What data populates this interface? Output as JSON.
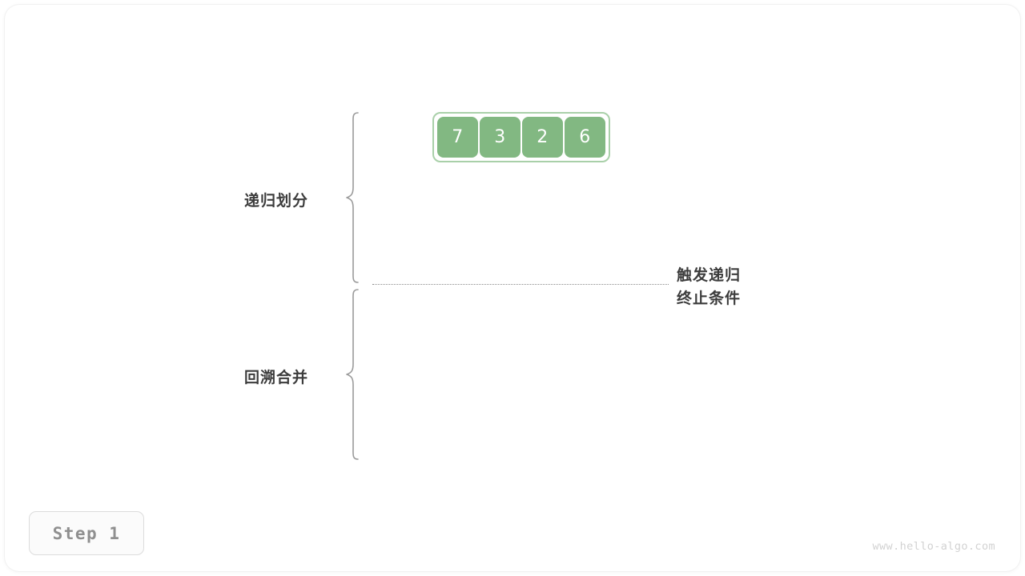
{
  "diagram": {
    "title": "merge-sort-recursion-step-1",
    "array": {
      "values": [
        "7",
        "3",
        "2",
        "6"
      ],
      "cell_fill": "#82b882",
      "cell_text_color": "#ffffff",
      "outer_border_color": "#a9d0a9"
    },
    "phases": [
      {
        "id": "divide",
        "label": "递归划分"
      },
      {
        "id": "merge",
        "label": "回溯合并"
      }
    ],
    "base_case_note": {
      "line1": "触发递归",
      "line2": "终止条件"
    },
    "divider": {
      "style": "dotted",
      "color": "#8c8c8c"
    },
    "brace_color": "#9a9a9a",
    "label_color": "#3c3c3c"
  },
  "step_badge": {
    "label": "Step 1",
    "text_color": "#8f8f8f",
    "border_color": "#dcdcdc"
  },
  "watermark": {
    "text": "www.hello-algo.com",
    "color": "#d2d2d2"
  }
}
